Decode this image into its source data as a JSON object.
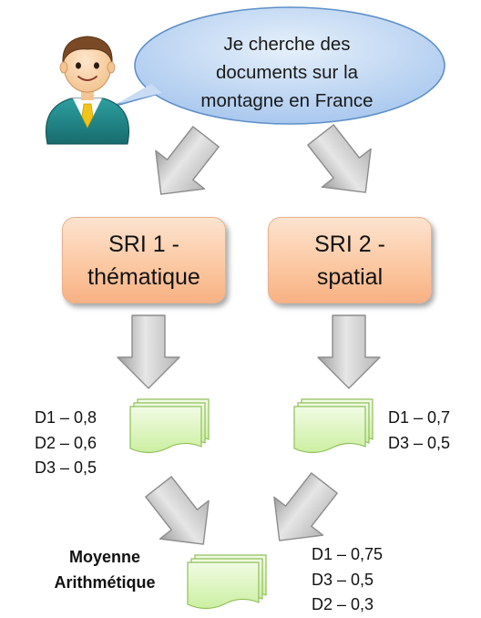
{
  "query": {
    "line1": "Je cherche des",
    "line2": "documents sur la",
    "line3": "montagne en France"
  },
  "sri1": {
    "line1": "SRI 1 -",
    "line2": "thématique"
  },
  "sri2": {
    "line1": "SRI 2 -",
    "line2": "spatial"
  },
  "sri1_scores": [
    "D1 – 0,8",
    "D2 – 0,6",
    "D3 – 0,5"
  ],
  "sri2_scores": [
    "D1 – 0,7",
    "D3 – 0,5"
  ],
  "fusion": {
    "line1": "Moyenne",
    "line2": "Arithmétique"
  },
  "fusion_scores": [
    "D1 – 0,75",
    "D3 – 0,5",
    "D2 – 0,3"
  ],
  "colors": {
    "bubble": "#a9c8ee",
    "sri_box": "#fbc9a3",
    "document": "#d9f5b4",
    "arrow": "#bdbdbd"
  }
}
